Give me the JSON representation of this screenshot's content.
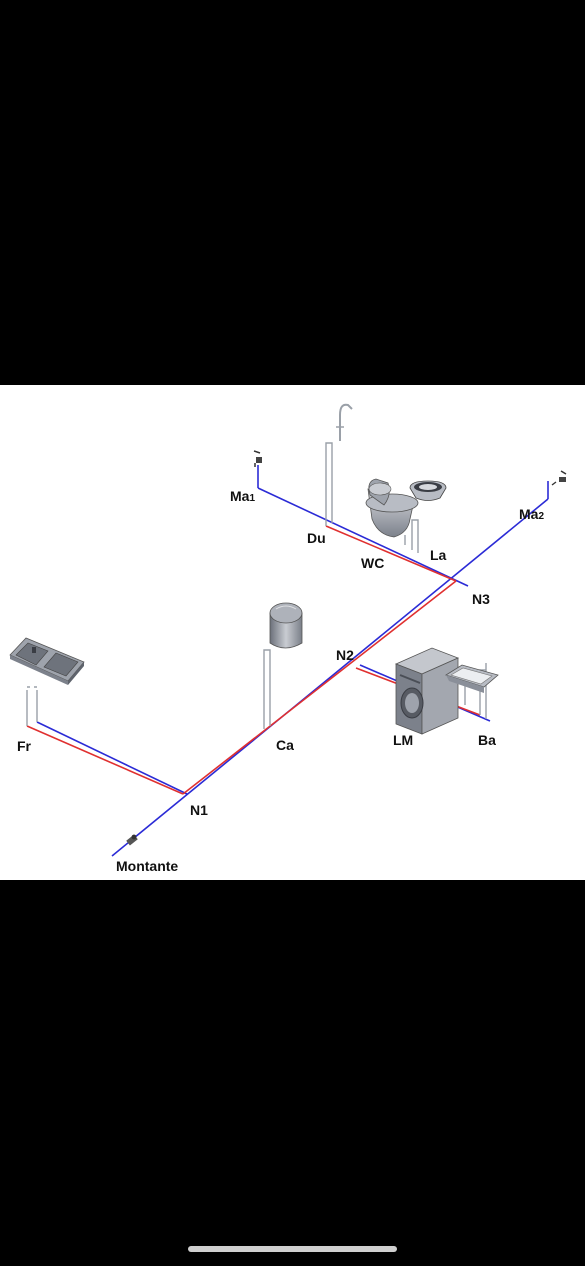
{
  "diagram": {
    "labels": {
      "ma1": "Ma",
      "ma1_sub": "1",
      "ma2": "Ma",
      "ma2_sub": "2",
      "du": "Du",
      "wc": "WC",
      "la": "La",
      "n3": "N3",
      "n2": "N2",
      "lm": "LM",
      "ba": "Ba",
      "ca": "Ca",
      "fr": "Fr",
      "n1": "N1",
      "montante": "Montante"
    },
    "colors": {
      "cold_pipe": "#2b2bd6",
      "hot_pipe": "#e03030",
      "fixture": "#8a8f99",
      "background": "#ffffff",
      "frame": "#000000"
    },
    "icons": [
      "tap-icon",
      "shower-icon",
      "toilet-icon",
      "washbasin-icon",
      "washing-machine-icon",
      "tub-icon",
      "water-heater-icon",
      "kitchen-sink-icon",
      "valve-icon"
    ]
  }
}
